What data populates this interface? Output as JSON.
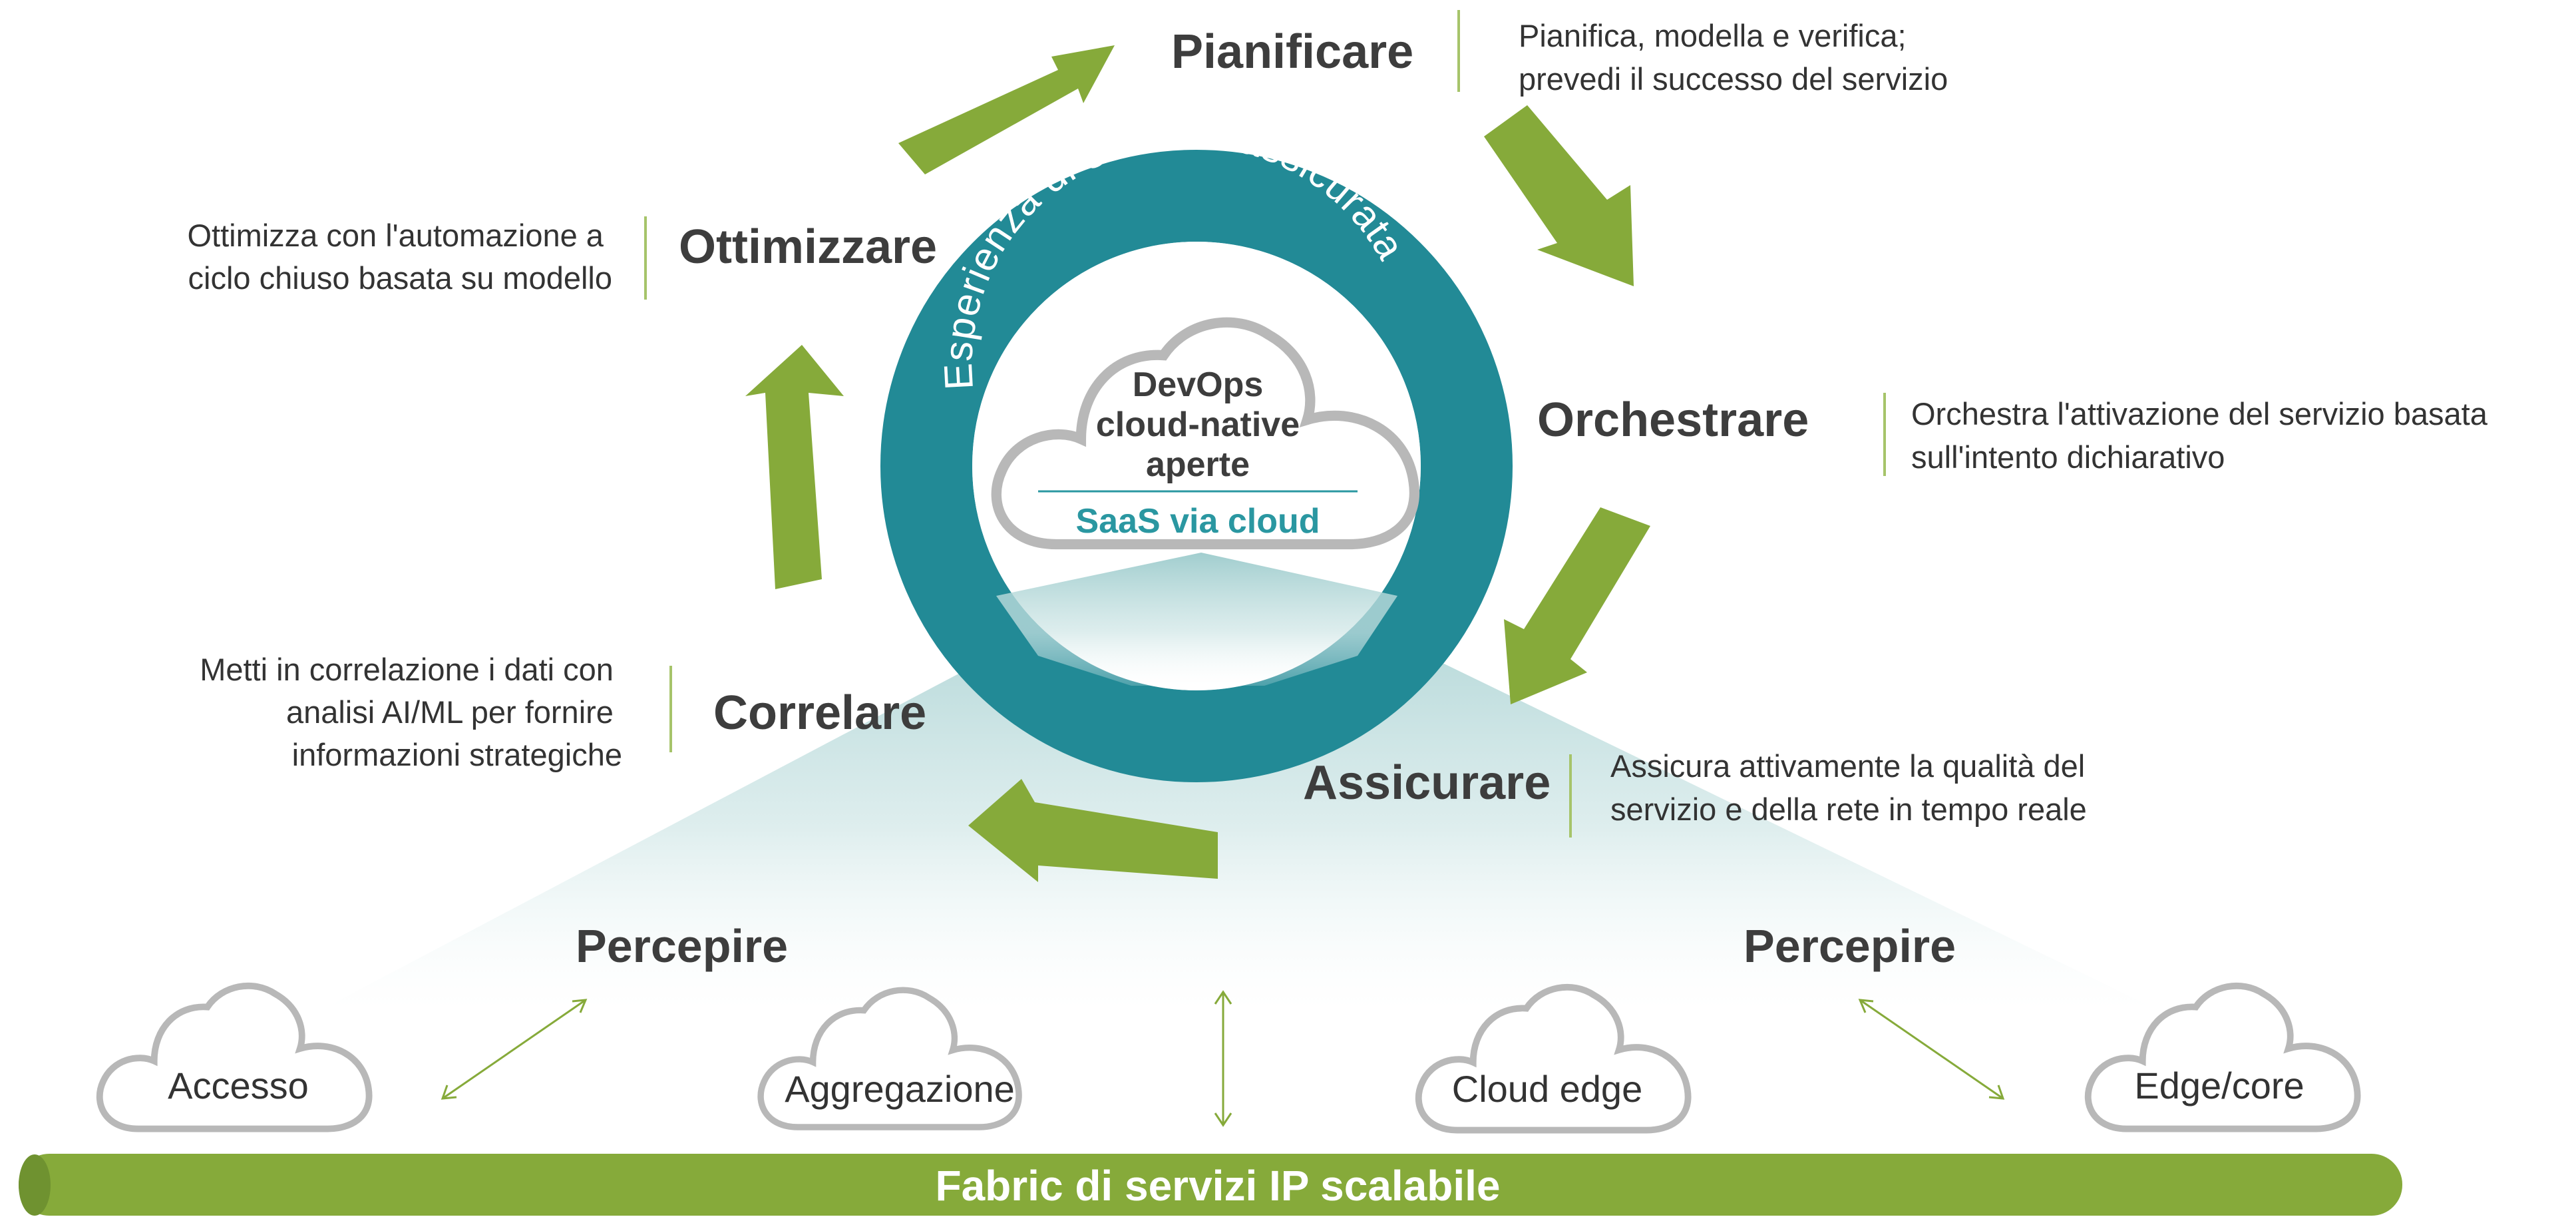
{
  "colors": {
    "green": "#86aa3a",
    "teal": "#228a96",
    "teal_text": "#2a97a1",
    "text": "#333333",
    "divider": "#a6c46a",
    "cloud_outline": "#b8b8b8"
  },
  "cycle": {
    "ring_label": "Esperienza di servizio assicurata",
    "center": {
      "line1": "DevOps",
      "line2": "cloud-native",
      "line3": "aperte",
      "saas": "SaaS via cloud"
    },
    "stages": [
      {
        "id": "pianificare",
        "label": "Pianificare",
        "desc": [
          "Pianifica, modella e verifica;",
          "prevedi il successo del servizio"
        ]
      },
      {
        "id": "orchestrare",
        "label": "Orchestrare",
        "desc": [
          "Orchestra l'attivazione del servizio basata",
          "sull'intento dichiarativo"
        ]
      },
      {
        "id": "assicurare",
        "label": "Assicurare",
        "desc": [
          "Assicura attivamente la qualità del",
          "servizio e della rete in tempo reale"
        ]
      },
      {
        "id": "correlare",
        "label": "Correlare",
        "desc": [
          "Metti in correlazione i dati con",
          "analisi AI/ML per fornire",
          "informazioni strategiche"
        ]
      },
      {
        "id": "ottimizzare",
        "label": "Ottimizzare",
        "desc": [
          "Ottimizza con l'automazione a",
          "ciclo chiuso basata su modello"
        ]
      }
    ]
  },
  "sense": {
    "left": "Percepire",
    "right": "Percepire"
  },
  "nodes": [
    {
      "id": "accesso",
      "label": "Accesso"
    },
    {
      "id": "aggregazione",
      "label": "Aggregazione"
    },
    {
      "id": "cloud-edge",
      "label": "Cloud edge"
    },
    {
      "id": "edge-core",
      "label": "Edge/core"
    }
  ],
  "fabric": {
    "label": "Fabric di servizi IP scalabile"
  }
}
